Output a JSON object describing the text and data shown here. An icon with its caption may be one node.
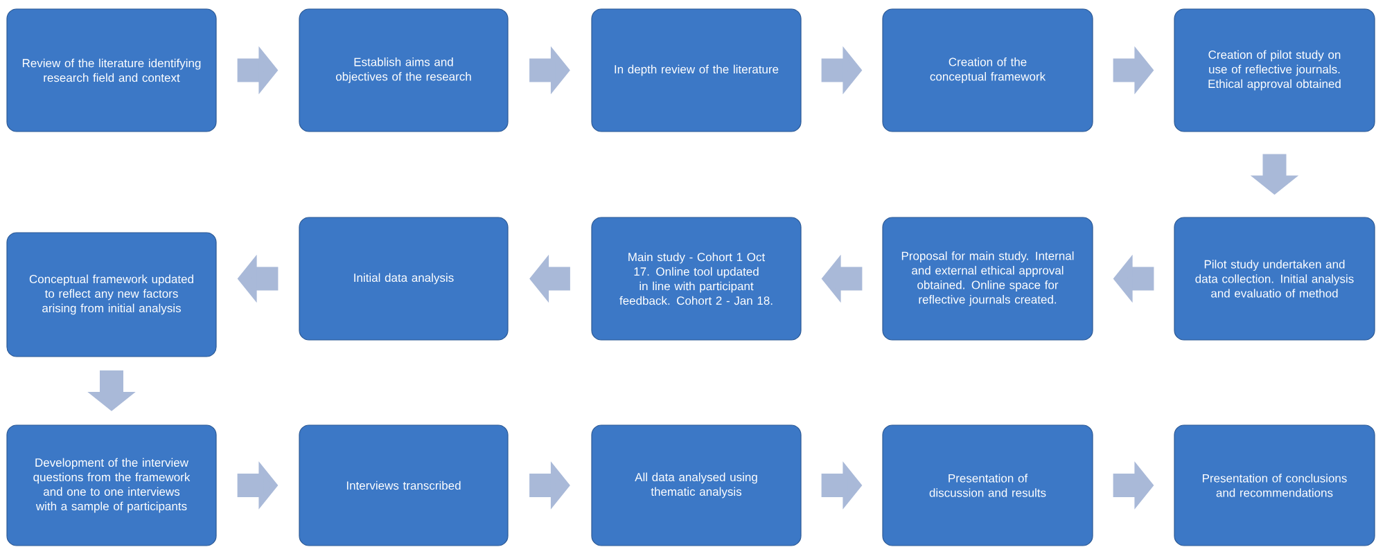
{
  "diagram": {
    "nodes": [
      {
        "text": [
          "Review of the literature identifying research field and context"
        ]
      },
      {
        "text": [
          "Establish aims and objectives of the research"
        ]
      },
      {
        "text": [
          "In depth review of the literature"
        ]
      },
      {
        "text": [
          "Creation of the conceptual framework"
        ]
      },
      {
        "text": [
          "Creation of pilot study on use of reflective journals. Ethical approval obtained"
        ]
      },
      {
        "text": [
          "Conceptual framework updated to reflect any new factors arising from initial analysis"
        ]
      },
      {
        "text": [
          "Initial data analysis"
        ]
      },
      {
        "text": [
          "Main study -  Cohort 1 Oct 17. Online tool updated in line with participant feedback. Cohort 2 - Jan 18."
        ]
      },
      {
        "text": [
          "Proposal for main study. Internal and external ethical approval obtained. Online space for reflective journals created."
        ]
      },
      {
        "text": [
          "Pilot study undertaken and data collection. Initial analysis and evaluatio of method"
        ]
      },
      {
        "text": [
          "Development of the interview questions from the framework and one to one interviews with a sample of participants"
        ]
      },
      {
        "text": [
          "Interviews transcribed"
        ]
      },
      {
        "text": [
          "All data analysed using thematic analysis"
        ]
      },
      {
        "text": [
          "Presentation of discussion and results"
        ]
      },
      {
        "text": [
          "Presentation of conclusions and recommendations"
        ]
      }
    ],
    "edges": [
      {
        "from": 0,
        "to": 1,
        "arrow": "to"
      },
      {
        "from": 1,
        "to": 2,
        "arrow": "to"
      },
      {
        "from": 2,
        "to": 3,
        "arrow": "to"
      },
      {
        "from": 3,
        "to": 4,
        "arrow": "to"
      },
      {
        "from": 4,
        "to": 9,
        "arrow": "to"
      },
      {
        "from": 9,
        "to": 8,
        "arrow": "to"
      },
      {
        "from": 8,
        "to": 7,
        "arrow": "to"
      },
      {
        "from": 7,
        "to": 6,
        "arrow": "to"
      },
      {
        "from": 6,
        "to": 5,
        "arrow": "to"
      },
      {
        "from": 5,
        "to": 10,
        "arrow": "to"
      },
      {
        "from": 10,
        "to": 11,
        "arrow": "to"
      },
      {
        "from": 11,
        "to": 12,
        "arrow": "to"
      },
      {
        "from": 12,
        "to": 13,
        "arrow": "to"
      },
      {
        "from": 13,
        "to": 14,
        "arrow": "to"
      }
    ]
  }
}
